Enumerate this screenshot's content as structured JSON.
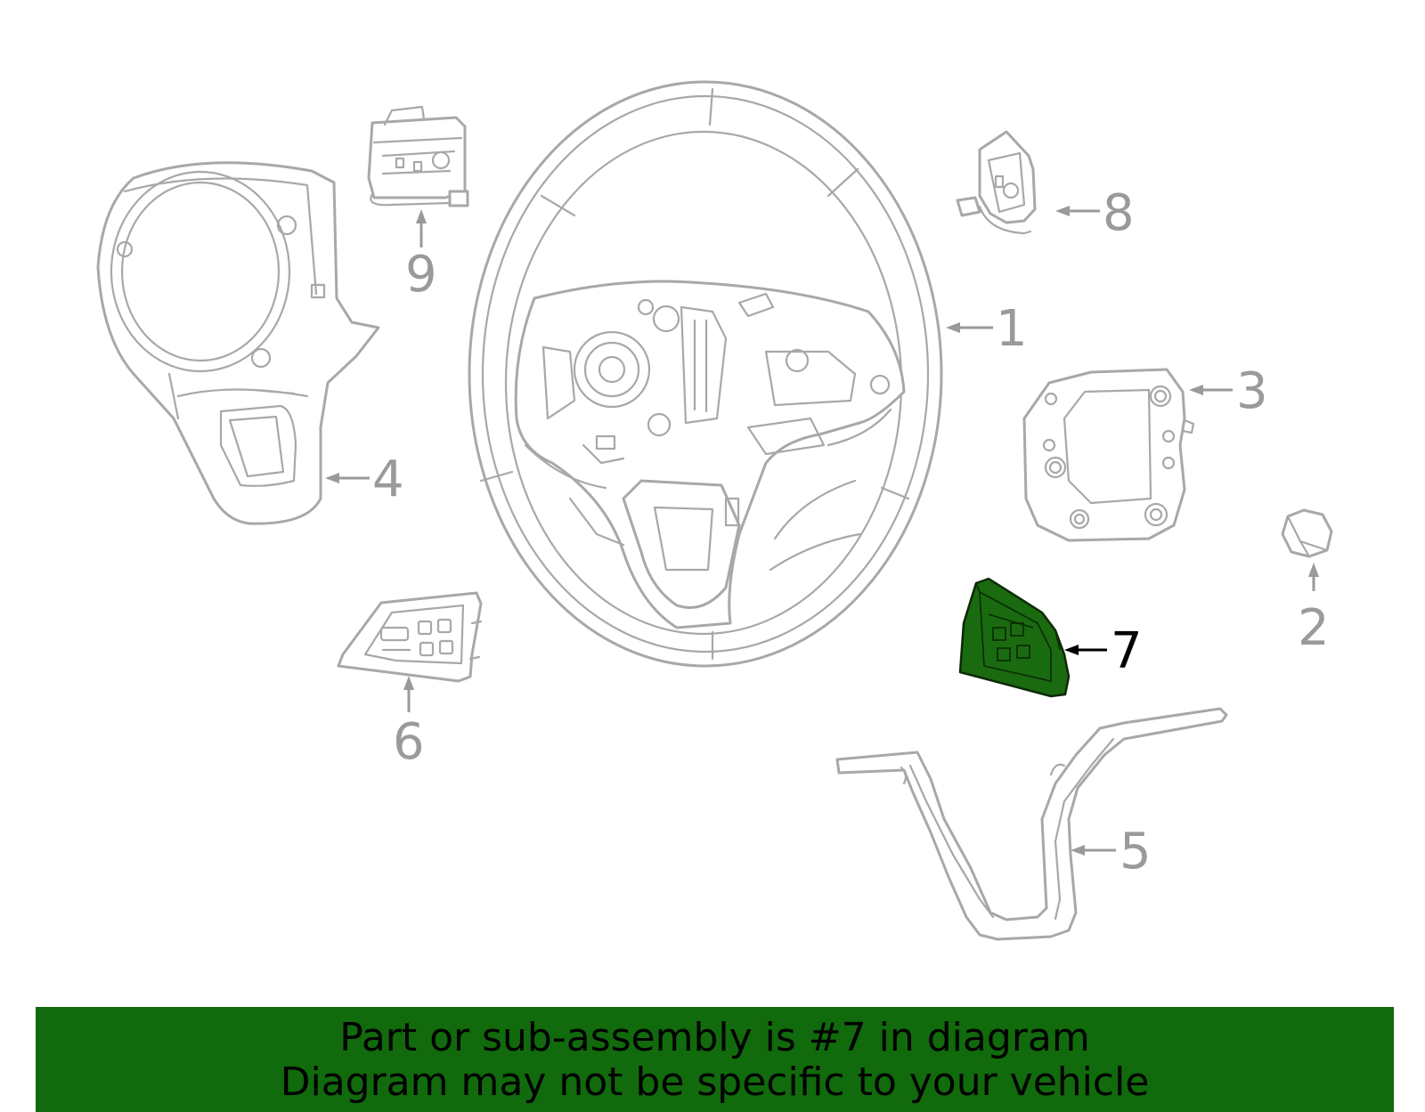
{
  "diagram": {
    "selected_callout": "7",
    "highlight_color": "#1a6a10",
    "callouts": [
      {
        "id": "1",
        "label": "1"
      },
      {
        "id": "2",
        "label": "2"
      },
      {
        "id": "3",
        "label": "3"
      },
      {
        "id": "4",
        "label": "4"
      },
      {
        "id": "5",
        "label": "5"
      },
      {
        "id": "6",
        "label": "6"
      },
      {
        "id": "7",
        "label": "7"
      },
      {
        "id": "8",
        "label": "8"
      },
      {
        "id": "9",
        "label": "9"
      }
    ]
  },
  "banner": {
    "line1": "Part or sub-assembly is #7 in diagram",
    "line2": "Diagram may not be specific to your vehicle",
    "background": "#116a0c"
  }
}
